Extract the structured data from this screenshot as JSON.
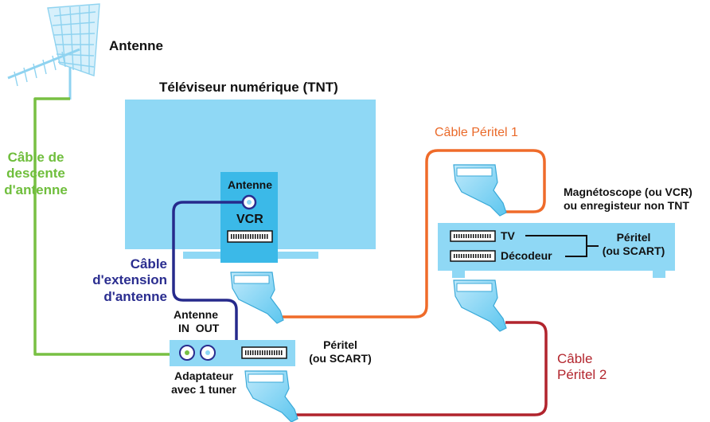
{
  "labels": {
    "antenna": "Antenne",
    "tv_title": "Téléviseur numérique (TNT)",
    "tv_antenna": "Antenne",
    "tv_vcr": "VCR",
    "downlead_cable": [
      "Câble de",
      "descente",
      "d'antenne"
    ],
    "extension_cable": [
      "Câble",
      "d'extension",
      "d'antenne"
    ],
    "adapter_antenna": "Antenne",
    "adapter_in_out": "IN  OUT",
    "adapter_name": [
      "Adaptateur",
      "avec 1 tuner"
    ],
    "adapter_peritel": [
      "Péritel",
      "(ou SCART)"
    ],
    "cable_peritel_1": "Câble Péritel 1",
    "cable_peritel_2": [
      "Câble",
      "Péritel 2"
    ],
    "vcr_title": [
      "Magnétoscope (ou VCR)",
      "ou enregisteur non TNT"
    ],
    "vcr_tv": "TV",
    "vcr_decoder": "Décodeur",
    "vcr_peritel": [
      "Péritel",
      "(ou SCART)"
    ]
  },
  "colors": {
    "tv": "#8fd8f5",
    "tv_panel": "#3bb9e8",
    "device": "#8fd8f5",
    "green_cable": "#78c043",
    "blue_cable": "#262a8c",
    "orange_cable": "#ef6b2a",
    "red_cable": "#b1242d"
  }
}
